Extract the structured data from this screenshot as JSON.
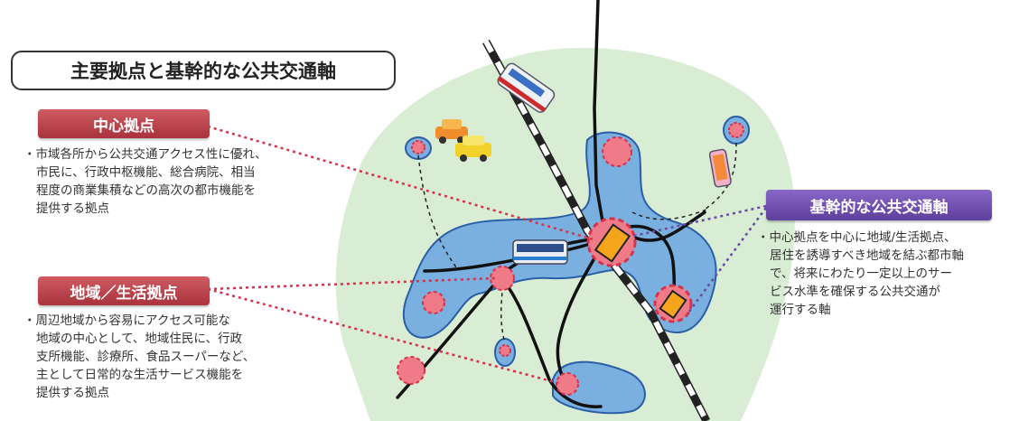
{
  "title": "主要拠点と基幹的な公共交通軸",
  "legend": {
    "center_hub": {
      "label": "中心拠点",
      "description": "・市域各所から公共交通アクセス性に優れ、\n市民に、行政中枢機能、総合病院、相当\n程度の商業集積などの高次の都市機能を\n提供する拠点"
    },
    "local_hub": {
      "label": "地域／生活拠点",
      "description": "・周辺地域から容易にアクセス可能な\n地域の中心として、地域住民に、行政\n支所機能、診療所、食品スーパーなど、\n主として日常的な生活サービス機能を\n提供する拠点"
    },
    "transit_axis": {
      "label": "基幹的な公共交通軸",
      "description": "・中心拠点を中心に地域/生活拠点、\n居住を誘導すべき地域を結ぶ都市軸\nで、将来にわたり一定以上のサー\nビス水準を確保する公共交通が\n運行する軸"
    }
  },
  "colors": {
    "hub_red": "#b63a44",
    "axis_purple": "#6b49a8",
    "land_green": "#d9ecd4",
    "urban_blue": "#7ab0e0"
  },
  "icons": [
    "train-icon",
    "car-icon",
    "taxi-icon",
    "bus-icon",
    "tram-icon"
  ]
}
